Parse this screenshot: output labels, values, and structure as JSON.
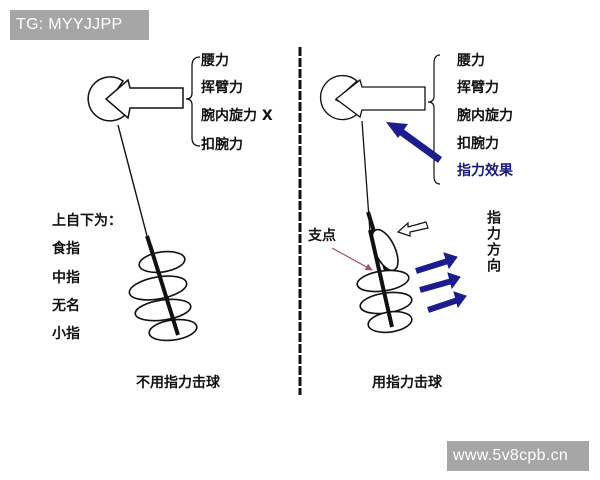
{
  "watermarks": {
    "top": "TG: MYYJJPP",
    "bottom": "www.5v8cpb.cn"
  },
  "left_panel": {
    "force_labels": [
      "腰力",
      "挥臂力",
      "腕内旋力 X",
      "扣腕力"
    ],
    "finger_order_title": "上自下为：",
    "fingers": [
      "食指",
      "中指",
      "无名",
      "小指"
    ],
    "caption": "不用指力击球"
  },
  "right_panel": {
    "force_labels": [
      "腰力",
      "挥臂力",
      "腕内旋力",
      "扣腕力",
      "指力效果"
    ],
    "fulcrum_label": "支点",
    "finger_force_direction_label": "指力方向",
    "caption": "用指力击球"
  },
  "colors": {
    "arrow_blue": "#1c1c8c",
    "fulcrum_arrow": "#a05060",
    "line": "#111111",
    "watermark_bg": "#a6a6a6"
  }
}
